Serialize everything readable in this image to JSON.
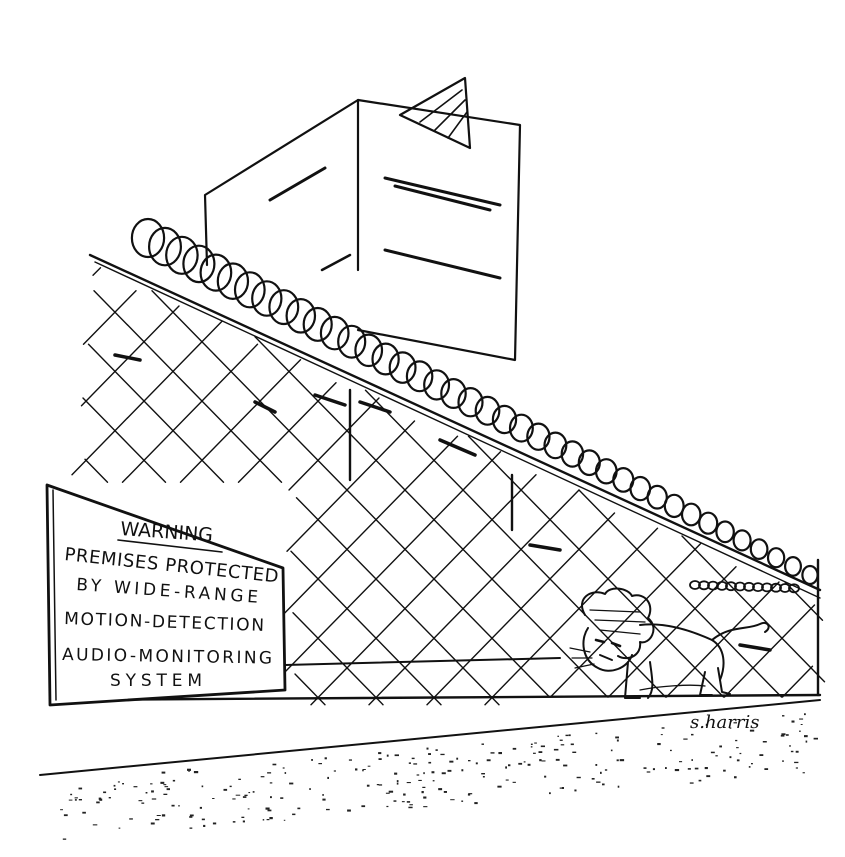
{
  "sign": {
    "heading": "WARNING",
    "lines": [
      "PREMISES PROTECTED",
      "BY WIDE-RANGE",
      "MOTION-DETECTION",
      "AUDIO-MONITORING",
      "SYSTEM"
    ]
  },
  "signature": "s.harris",
  "colors": {
    "ink": "#111111",
    "paper": "#ffffff"
  }
}
